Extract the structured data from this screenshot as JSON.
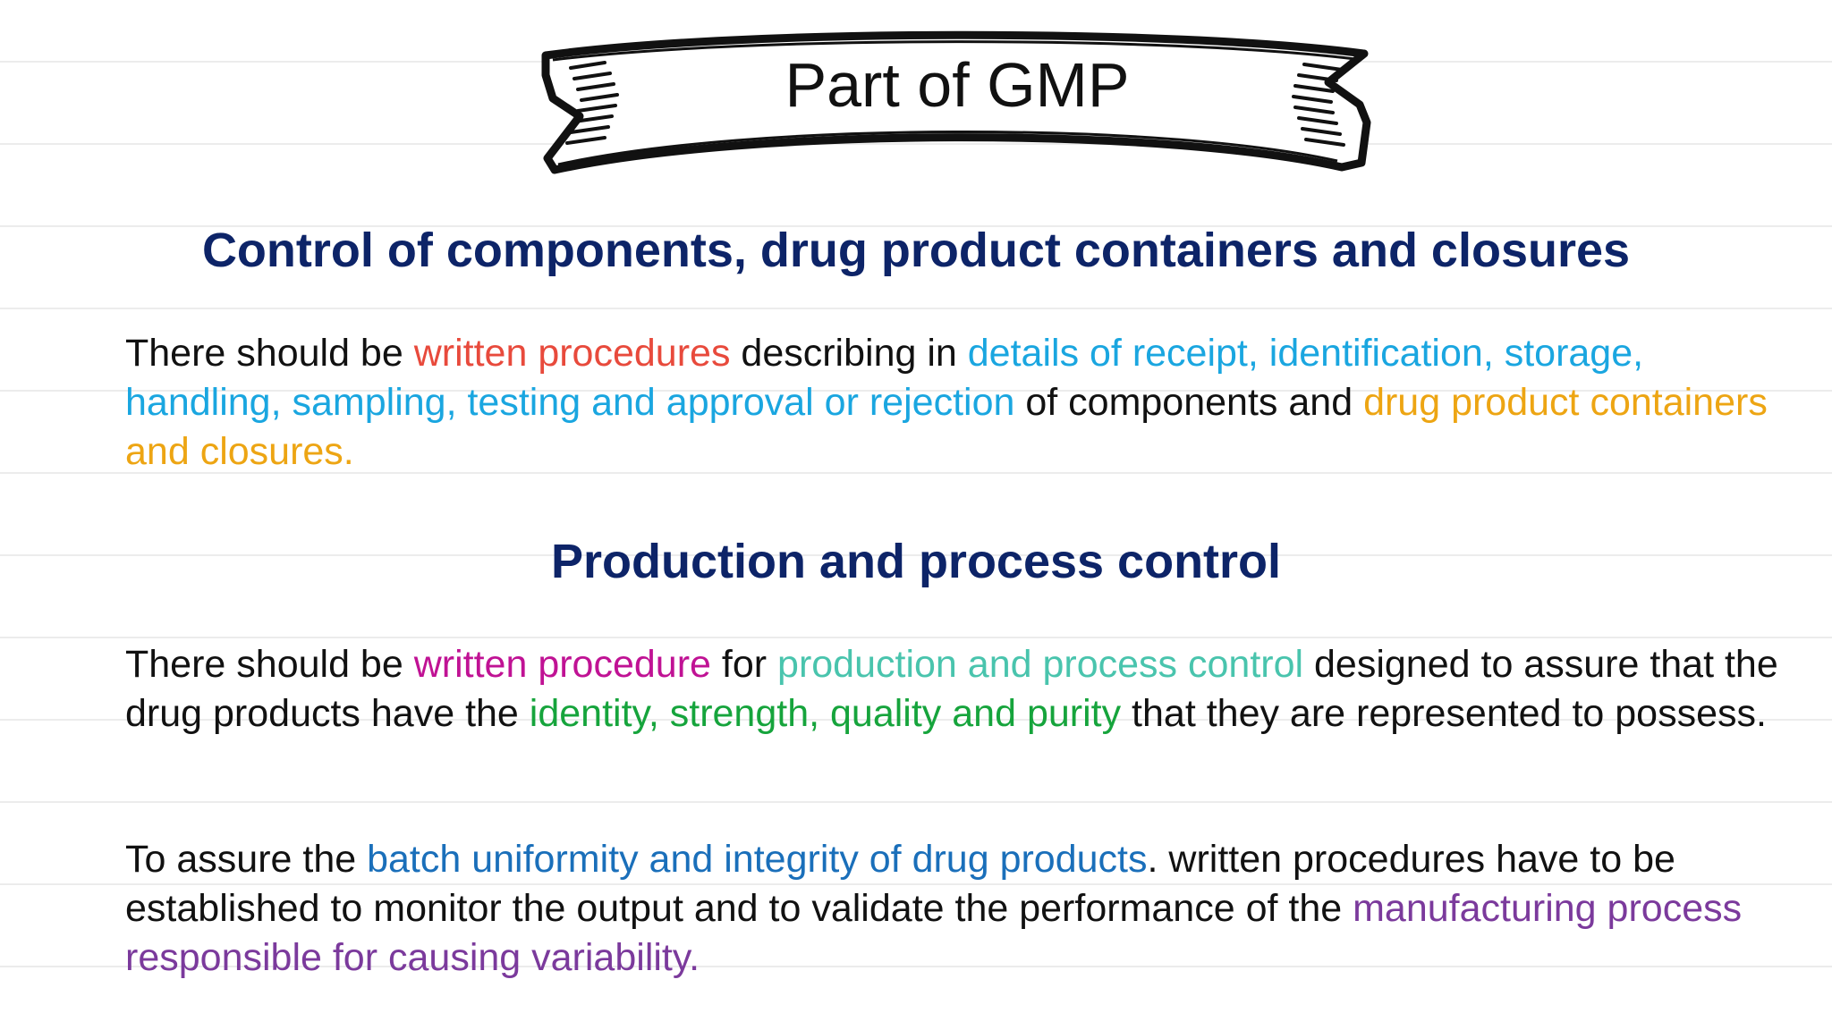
{
  "banner": {
    "title": "Part of GMP"
  },
  "sections": [
    {
      "heading": "Control of components, drug product containers and closures",
      "paragraph": [
        {
          "text": "There should be ",
          "color": "default"
        },
        {
          "text": "written procedures",
          "color": "red"
        },
        {
          "text": " describing in ",
          "color": "default"
        },
        {
          "text": "details of receipt, identification, storage, handling, sampling, testing and approval or rejection",
          "color": "sky"
        },
        {
          "text": " of components and ",
          "color": "default"
        },
        {
          "text": "drug product containers and closures.",
          "color": "orange"
        }
      ]
    },
    {
      "heading": "Production and process control",
      "paragraph": [
        {
          "text": "There should be ",
          "color": "default"
        },
        {
          "text": "written procedure",
          "color": "magenta"
        },
        {
          "text": " for ",
          "color": "default"
        },
        {
          "text": "production and process control",
          "color": "teal"
        },
        {
          "text": " designed to assure that the drug products have the ",
          "color": "default"
        },
        {
          "text": "identity, strength, quality and purity",
          "color": "green"
        },
        {
          "text": " that they are represented to possess.",
          "color": "default"
        }
      ],
      "paragraph2": [
        {
          "text": "To assure the ",
          "color": "default"
        },
        {
          "text": "batch uniformity and integrity of drug products",
          "color": "blue"
        },
        {
          "text": ". written procedures have to be established to monitor the output and to validate the performance of the ",
          "color": "default"
        },
        {
          "text": "manufacturing process responsible for causing variability.",
          "color": "purple"
        }
      ]
    }
  ],
  "colors": {
    "heading": "#0d2468",
    "default": "#111111",
    "red": "#e84a3c",
    "sky": "#1aa6e0",
    "orange": "#eda513",
    "magenta": "#c01294",
    "teal": "#49c4ad",
    "green": "#16a43c",
    "blue": "#1a6fba",
    "purple": "#7b3a9c"
  }
}
